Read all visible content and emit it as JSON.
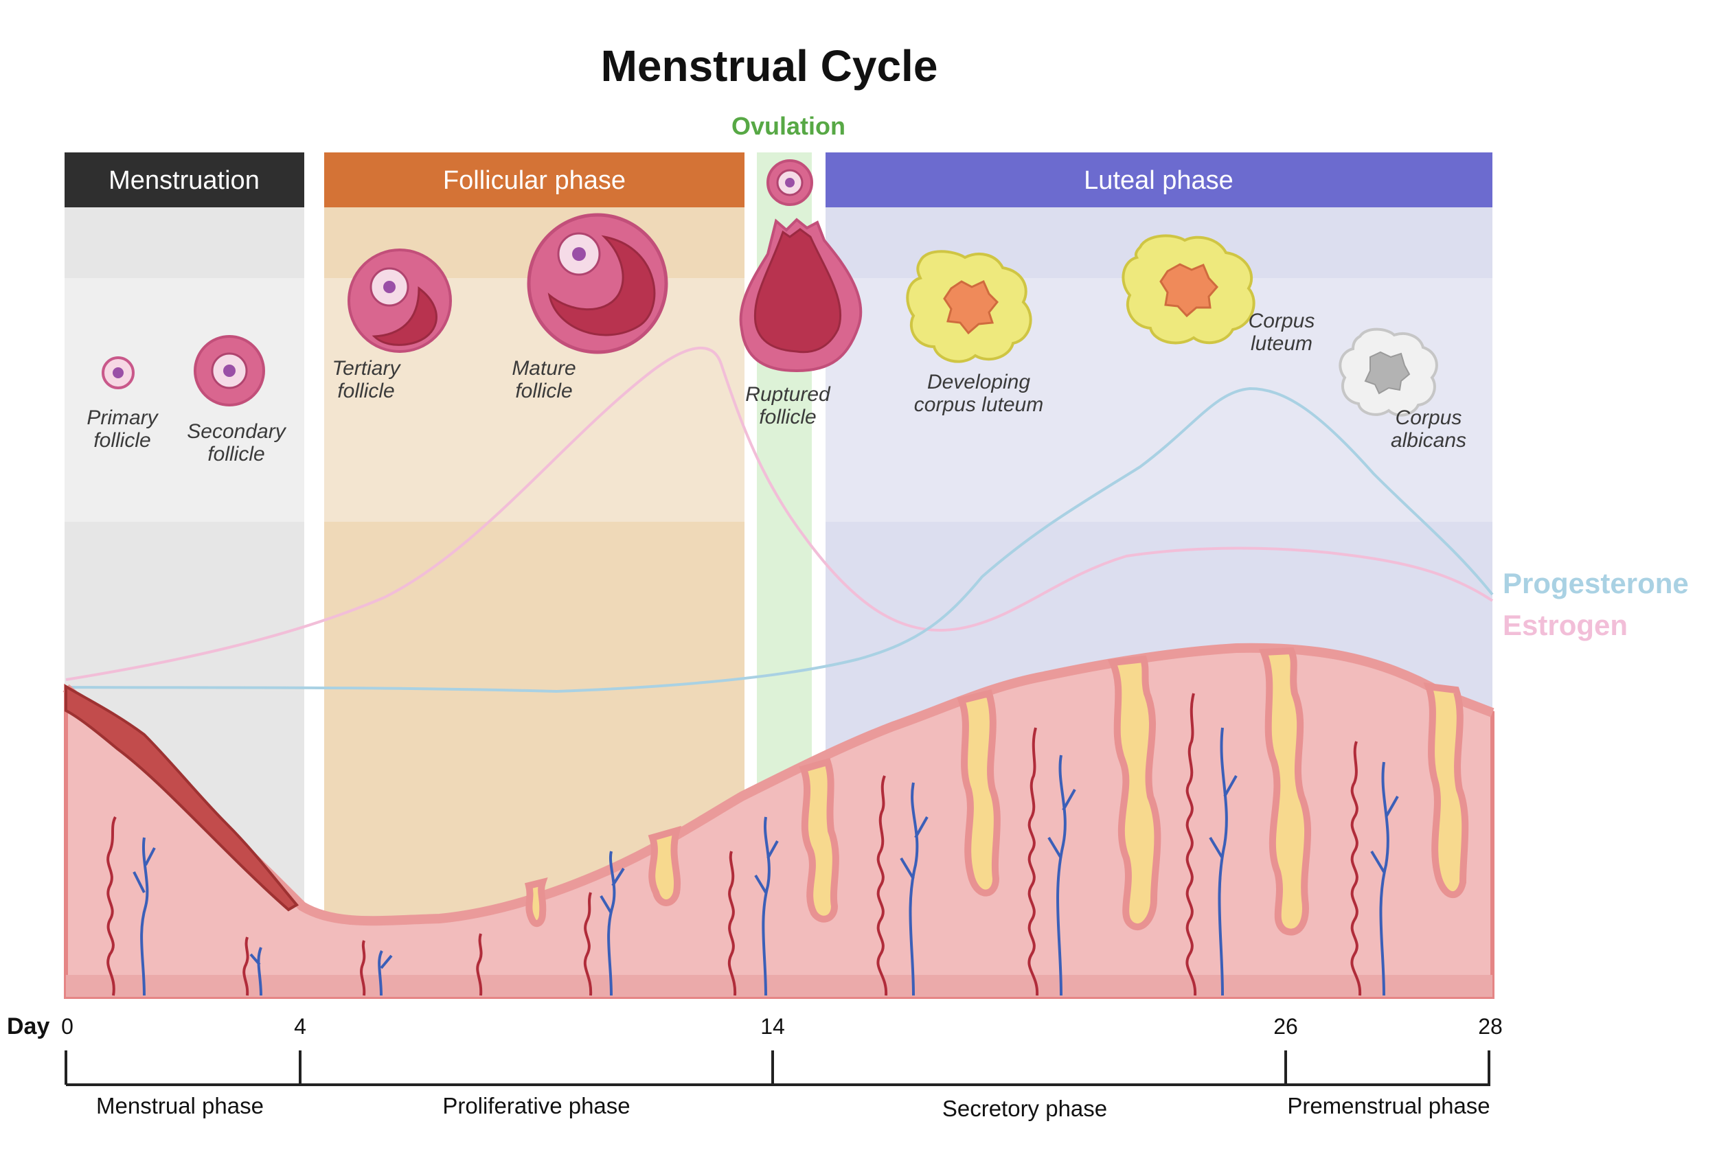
{
  "title": "Menstrual Cycle",
  "ovulation_label": "Ovulation",
  "phases": [
    {
      "key": "menstruation",
      "label": "Menstruation"
    },
    {
      "key": "follicular",
      "label": "Follicular phase"
    },
    {
      "key": "luteal",
      "label": "Luteal phase"
    }
  ],
  "follicles": {
    "primary": "Primary follicle",
    "secondary": "Secondary follicle",
    "tertiary": "Tertiary follicle",
    "mature": "Mature follicle",
    "ruptured": "Ruptured follicle",
    "developing_cl": "Developing corpus luteum",
    "corpus_luteum": "Corpus luteum",
    "corpus_albicans": "Corpus albicans"
  },
  "hormones": {
    "progesterone": {
      "label": "Progesterone",
      "color": "#a9d1e3"
    },
    "estrogen": {
      "label": "Estrogen",
      "color": "#f2bed8"
    }
  },
  "axis": {
    "label": "Day",
    "ticks": [
      "0",
      "4",
      "14",
      "26",
      "28"
    ]
  },
  "uterine_phases": [
    "Menstrual phase",
    "Proliferative phase",
    "Secretory phase",
    "Premenstrual phase"
  ],
  "colors": {
    "menstruation": "#2f2f2f",
    "follicular": "#d47336",
    "luteal": "#6c6bcf",
    "ovulation": "#57a845",
    "tissue": "#f2bcbc"
  }
}
